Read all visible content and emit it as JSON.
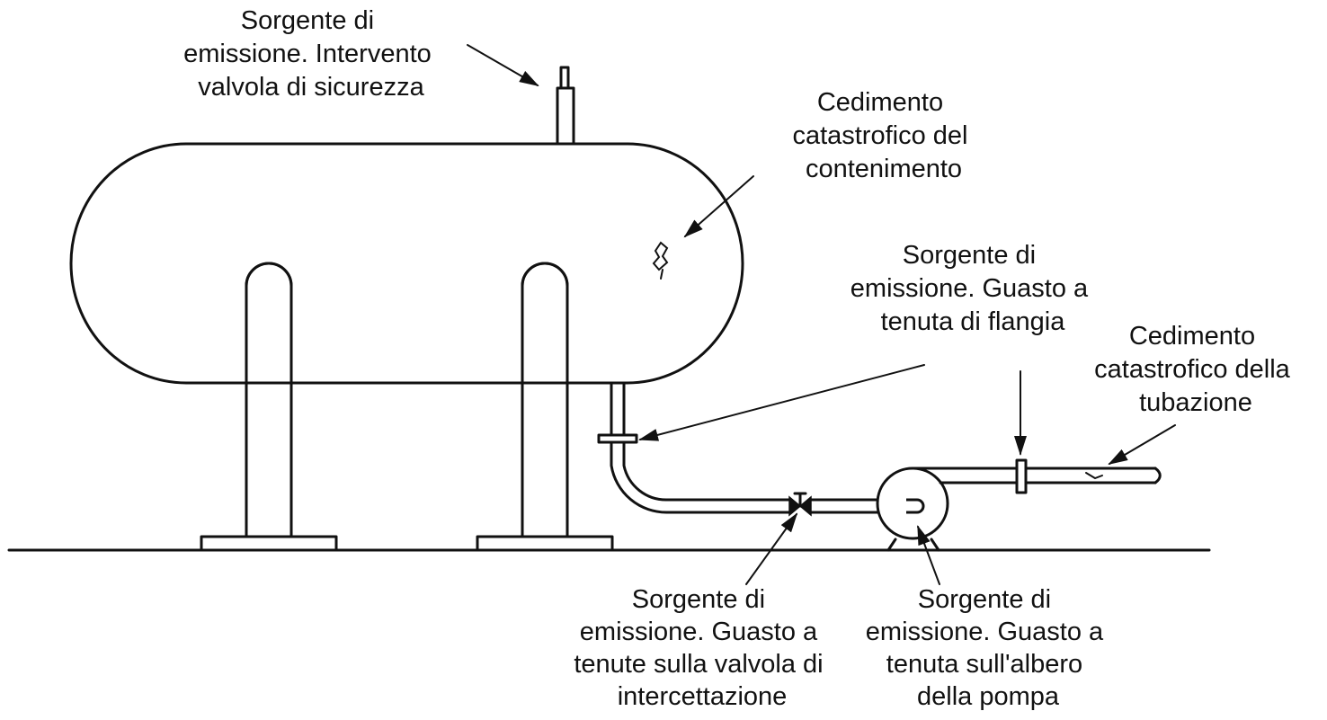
{
  "labels": {
    "relief_valve": [
      "Sorgente di",
      "emissione. Intervento",
      "valvola di sicurezza"
    ],
    "containment_failure": [
      "Cedimento",
      "catastrofico del",
      "contenimento"
    ],
    "flange_seal": [
      "Sorgente di",
      "emissione. Guasto a",
      "tenuta di flangia"
    ],
    "pipe_failure": [
      "Cedimento",
      "catastrofico della",
      "tubazione"
    ],
    "valve_seal": [
      "Sorgente di",
      "emissione. Guasto a",
      "tenute sulla valvola di",
      "intercettazione"
    ],
    "pump_shaft_seal": [
      "Sorgente di",
      "emissione. Guasto a",
      "tenuta sull'albero",
      "della pompa"
    ]
  }
}
